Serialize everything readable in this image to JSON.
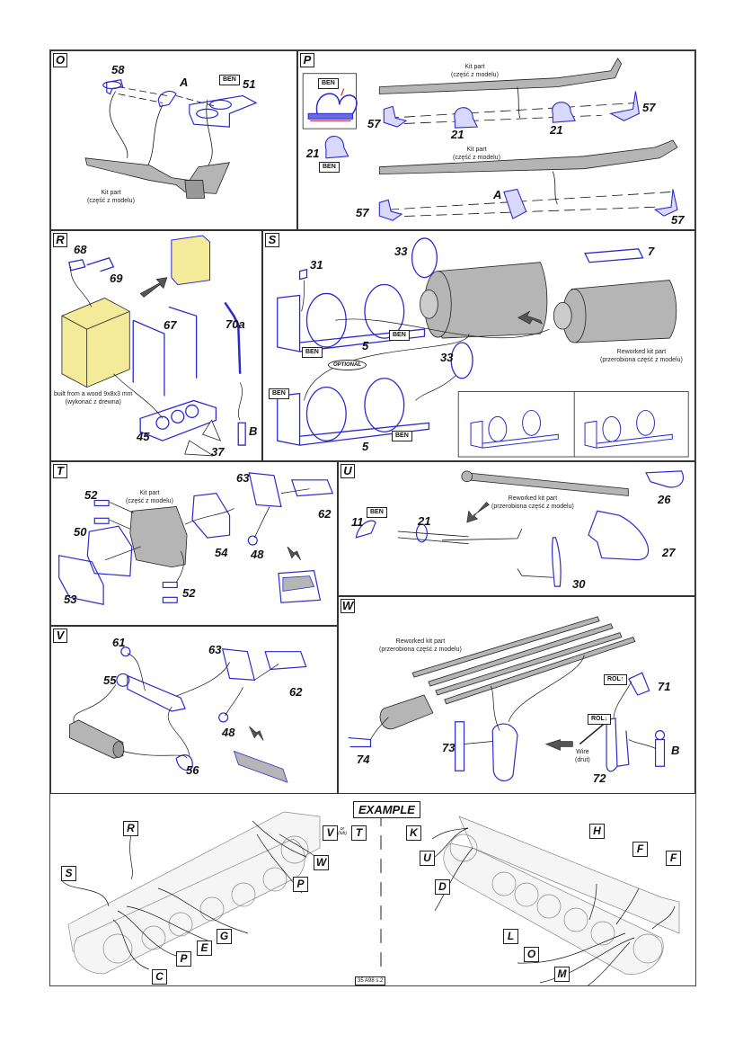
{
  "colors": {
    "part_blue": "#2a2ad0",
    "kit_gray": "#b5b5b5",
    "wood_yellow": "#f3eb9a",
    "bend_red": "#d0303a"
  },
  "common": {
    "kit_part": "Kit part",
    "kit_part_pl": "(część z modelu)",
    "reworked": "Reworked kit part",
    "reworked_pl": "(przerobiona część z modelu)",
    "ben": "BEN",
    "rol": "ROL"
  },
  "panels": {
    "O": {
      "letter": "O",
      "labels": {
        "p58": "58",
        "pA": "A",
        "p51": "51"
      }
    },
    "P": {
      "letter": "P",
      "labels": {
        "p21a": "21",
        "p57a": "57",
        "p21b": "21",
        "p21c": "21",
        "p57b": "57",
        "p57c": "57",
        "pA": "A",
        "p57d": "57"
      }
    },
    "R": {
      "letter": "R",
      "labels": {
        "p68": "68",
        "p69": "69",
        "p67": "67",
        "p70a": "70a",
        "p45": "45",
        "p37": "37",
        "pB": "B"
      },
      "wood_note": "built from a wood 9x8x3 mm",
      "wood_note_pl": "(wykonać z drewna)"
    },
    "S": {
      "letter": "S",
      "labels": {
        "p31": "31",
        "p33a": "33",
        "p7": "7",
        "p5a": "5",
        "p33b": "33",
        "p5b": "5"
      },
      "optional": "OPTIONAL"
    },
    "T": {
      "letter": "T",
      "labels": {
        "p52a": "52",
        "p50": "50",
        "p53": "53",
        "p52b": "52",
        "p54": "54",
        "p63": "63",
        "p48": "48",
        "p62": "62"
      }
    },
    "U": {
      "letter": "U",
      "labels": {
        "p11": "11",
        "p21": "21",
        "p26": "26",
        "p27": "27",
        "p30": "30"
      }
    },
    "V": {
      "letter": "V",
      "labels": {
        "p61": "61",
        "p55": "55",
        "p56": "56",
        "p63": "63",
        "p62": "62",
        "p48": "48"
      }
    },
    "W": {
      "letter": "W",
      "labels": {
        "p74": "74",
        "p73": "73",
        "p71": "71",
        "p72": "72",
        "pB": "B"
      },
      "wire": "Wire",
      "wire_pl": "(drut)"
    }
  },
  "example": {
    "title": "EXAMPLE",
    "or": "or",
    "or_pl": "(lub)",
    "left_callouts": [
      "R",
      "S",
      "C",
      "P",
      "E",
      "G",
      "P",
      "W",
      "V",
      "T"
    ],
    "right_callouts": [
      "K",
      "U",
      "D",
      "H",
      "F",
      "F",
      "L",
      "O",
      "M"
    ]
  },
  "footer": {
    "code": "35 A98 s.2"
  }
}
